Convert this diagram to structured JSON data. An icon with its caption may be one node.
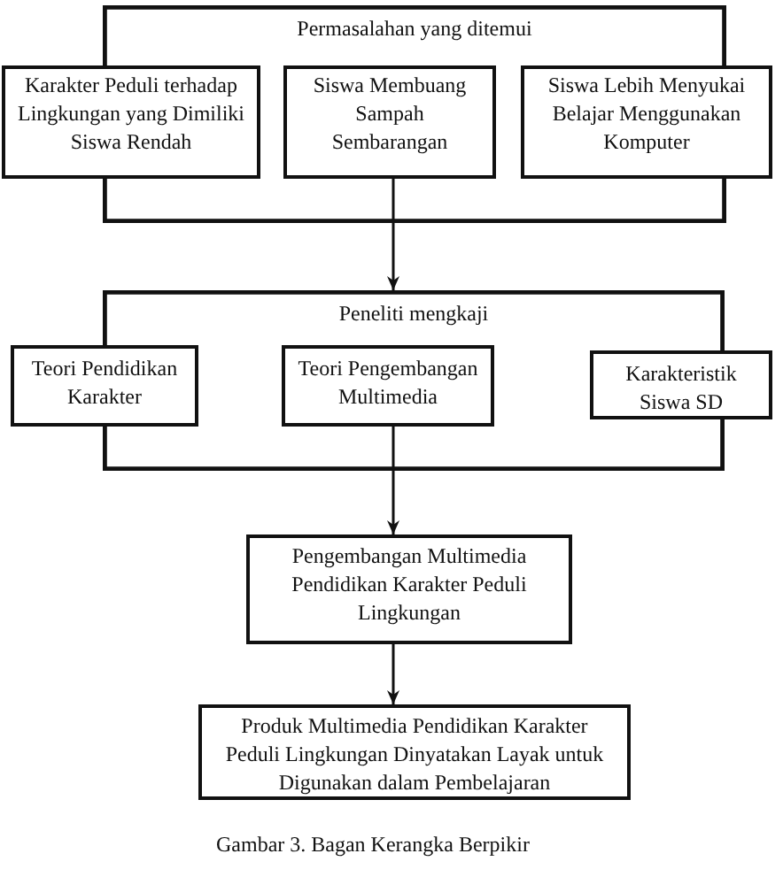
{
  "diagram": {
    "caption": "Gambar 3. Bagan Kerangka Berpikir",
    "nodes": [
      {
        "text": [
          "Permasalahan yang ditemui"
        ]
      },
      {
        "text": [
          "Karakter Peduli terhadap Lingkungan yang Dimiliki Siswa Rendah"
        ]
      },
      {
        "text": [
          "Siswa Membuang Sampah Sembarangan"
        ],
        "in": 0
      },
      {
        "text": [
          "Siswa Lebih Menyukai Belajar Menggunakan Komputer"
        ]
      },
      {
        "text": [
          "Peneliti mengkaji"
        ]
      },
      {
        "text": [
          "Teori Pendidikan Karakter"
        ]
      },
      {
        "text": [
          "Teori Pengembangan Multimedia"
        ],
        "in": 4
      },
      {
        "text": [
          "Karakteristik Siswa SD"
        ]
      },
      {
        "text": [
          "Pengembangan Multimedia Pendidikan Karakter Peduli Lingkungan"
        ]
      },
      {
        "text": [
          "Produk Multimedia Pendidikan Karakter Peduli Lingkungan Dinyatakan Layak untuk Digunakan dalam Pembelajaran"
        ]
      }
    ],
    "edges": [
      {
        "from": 2,
        "to": 4,
        "arrow": "to"
      },
      {
        "from": 6,
        "to": 8,
        "arrow": "to"
      },
      {
        "from": 8,
        "to": 9,
        "arrow": "to"
      }
    ]
  }
}
